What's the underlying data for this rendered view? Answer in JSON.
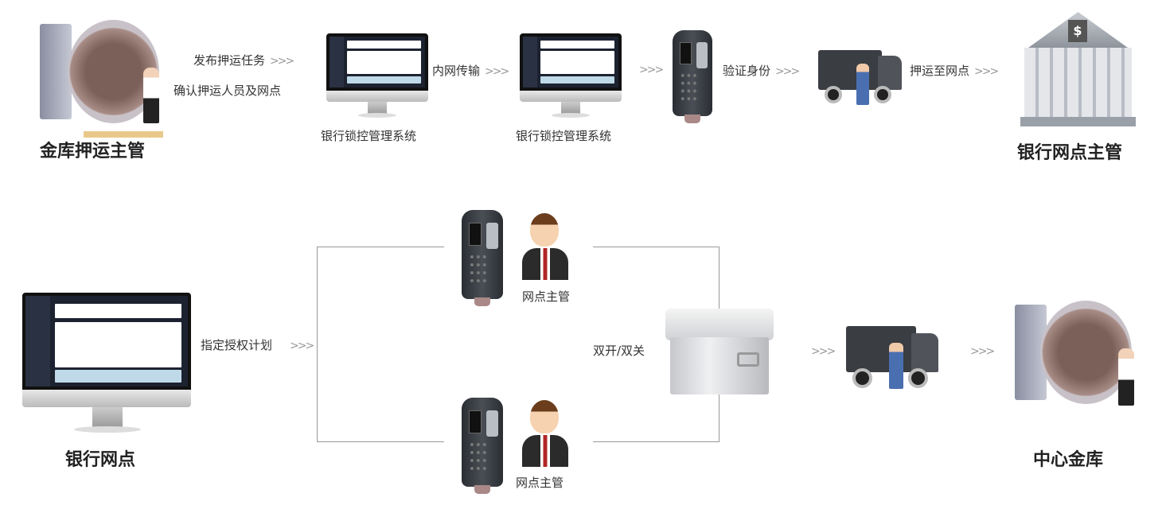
{
  "top_flow": {
    "start_label": "金库押运主管",
    "step1_line1": "发布押运任务",
    "step1_line2": "确认押运人员及网点",
    "system1_label": "银行锁控管理系统",
    "transfer_label": "内网传输",
    "system2_label": "银行锁控管理系统",
    "verify_label": "验证身份",
    "escort_label": "押运至网点",
    "end_label": "银行网点主管"
  },
  "bottom_flow": {
    "start_label": "银行网点",
    "plan_label": "指定授权计划",
    "supervisor_top_label": "网点主管",
    "supervisor_bottom_label": "网点主管",
    "dual_label": "双开/双关",
    "end_label": "中心金库"
  },
  "arrow_glyph": ">>>",
  "colors": {
    "text": "#333333",
    "arrow": "#999999",
    "line": "#999999"
  }
}
